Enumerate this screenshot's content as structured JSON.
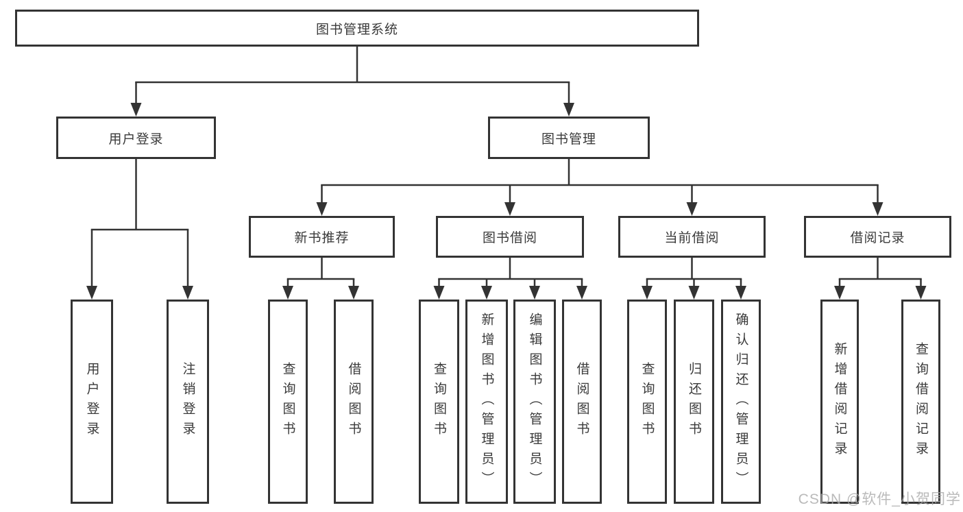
{
  "diagram": {
    "title": "图书管理系统",
    "nodes": {
      "root": "图书管理系统",
      "user_login": "用户登录",
      "book_mgmt": "图书管理",
      "new_book_rec": "新书推荐",
      "book_borrow": "图书借阅",
      "current_borrow": "当前借阅",
      "borrow_records": "借阅记录",
      "leaf_user_login": "用户登录",
      "leaf_logout": "注销登录",
      "nbr_query": "查询图书",
      "nbr_borrow": "借阅图书",
      "bb_query": "查询图书",
      "bb_add": "新增图书（管理员）",
      "bb_edit": "编辑图书（管理员）",
      "bb_borrow": "借阅图书",
      "cb_query": "查询图书",
      "cb_return": "归还图书",
      "cb_confirm": "确认归还（管理员）",
      "br_add": "新增借阅记录",
      "br_query": "查询借阅记录"
    },
    "hierarchy": [
      {
        "parent": "图书管理系统",
        "children": [
          "用户登录",
          "图书管理"
        ]
      },
      {
        "parent": "用户登录",
        "children": [
          "用户登录",
          "注销登录"
        ]
      },
      {
        "parent": "图书管理",
        "children": [
          "新书推荐",
          "图书借阅",
          "当前借阅",
          "借阅记录"
        ]
      },
      {
        "parent": "新书推荐",
        "children": [
          "查询图书",
          "借阅图书"
        ]
      },
      {
        "parent": "图书借阅",
        "children": [
          "查询图书",
          "新增图书（管理员）",
          "编辑图书（管理员）",
          "借阅图书"
        ]
      },
      {
        "parent": "当前借阅",
        "children": [
          "查询图书",
          "归还图书",
          "确认归还（管理员）"
        ]
      },
      {
        "parent": "借阅记录",
        "children": [
          "新增借阅记录",
          "查询借阅记录"
        ]
      }
    ]
  },
  "watermark": {
    "text": "CSDN @软件_小贺同学",
    "color": "#a9a9a9"
  },
  "colors": {
    "line": "#333333",
    "box_border": "#333333",
    "text": "#3a3a3a",
    "box_background": "#ffffff",
    "page_background": "#ffffff"
  }
}
